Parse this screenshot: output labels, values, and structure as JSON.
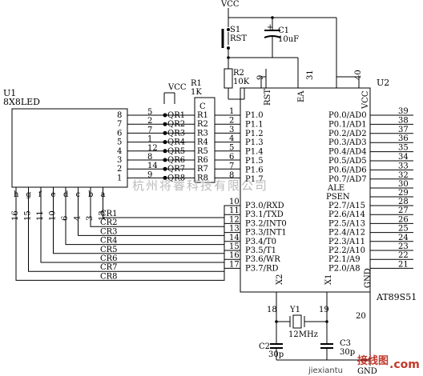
{
  "vcc": "VCC",
  "gnd": "GND",
  "rst_label": "RST",
  "s1_label": "S1",
  "c1": {
    "name": "C1",
    "value": "10uF"
  },
  "r2": {
    "name": "R2",
    "value": "10K"
  },
  "r1": {
    "name": "R1",
    "value": "1K",
    "pin_c": "C"
  },
  "u1": {
    "ref": "U1",
    "name": "8X8LED",
    "right_pins": [
      "8",
      "7",
      "6",
      "5",
      "4",
      "3",
      "2",
      "1"
    ],
    "bottom_letters": [
      "h",
      "g",
      "f",
      "e",
      "d",
      "c",
      "b",
      "a"
    ],
    "bottom_pins": [
      "16",
      "15",
      "11",
      "10",
      "6",
      "4",
      "3",
      "13"
    ]
  },
  "row_pins": [
    "5",
    "2",
    "7",
    "1",
    "12",
    "8",
    "14",
    "9"
  ],
  "r_labels": [
    "R1",
    "R2",
    "R3",
    "R4",
    "R5",
    "R6",
    "R7",
    "R8"
  ],
  "cr_labels": [
    "CR1",
    "CR2",
    "CR3",
    "CR4",
    "CR5",
    "CR6",
    "CR7",
    "CR8"
  ],
  "u2": {
    "ref": "U2",
    "part": "AT89S51",
    "top_pins": {
      "rst": "RST",
      "ea": "EA",
      "vcc": "VCC",
      "n9": "9",
      "n31": "31",
      "n40": "40"
    },
    "p1": [
      "P1.0",
      "P1.1",
      "P1.2",
      "P1.3",
      "P1.4",
      "P1.5",
      "P1.6",
      "P1.7"
    ],
    "p1_pins": [
      "1",
      "2",
      "3",
      "4",
      "5",
      "6",
      "7",
      "8"
    ],
    "p0": [
      "P0.0/AD0",
      "P0.1/AD1",
      "P0.2/AD2",
      "P0.3/AD3",
      "P0.4/AD4",
      "P0.5/AD5",
      "P0.6/AD6",
      "P0.7/AD7"
    ],
    "p0_pins": [
      "39",
      "38",
      "37",
      "36",
      "35",
      "34",
      "33",
      "32"
    ],
    "ale": "ALE",
    "ale_pin": "30",
    "psen": "PSEN",
    "psen_pin": "29",
    "p3": [
      "P3.0/RXD",
      "P3.1/TXD",
      "P3.2/INT0",
      "P3.3/INT1",
      "P3.4/T0",
      "P3.5/T1",
      "P3.6/WR",
      "P3.7/RD"
    ],
    "p3_pins": [
      "10",
      "11",
      "12",
      "13",
      "14",
      "15",
      "16",
      "17"
    ],
    "p2": [
      "P2.7/A15",
      "P2.6/A14",
      "P2.5/A13",
      "P2.4/A12",
      "P2.3/A11",
      "P2.2/A10",
      "P2.1/A9",
      "P2.0/A8"
    ],
    "p2_pins": [
      "28",
      "27",
      "26",
      "25",
      "24",
      "23",
      "22",
      "21"
    ],
    "bottom": {
      "x2": "X2",
      "x1": "X1",
      "gnd": "GND",
      "n18": "18",
      "n19": "19",
      "n20": "20"
    }
  },
  "y1": {
    "name": "Y1",
    "value": "12MHz"
  },
  "c2": {
    "name": "C2",
    "value": "30p"
  },
  "c3": {
    "name": "C3",
    "value": "30p"
  },
  "watermark": "杭州将睿科技有限公司",
  "site": "jiexiantu",
  "site_suffix": ".com",
  "site_cn": "接线图"
}
